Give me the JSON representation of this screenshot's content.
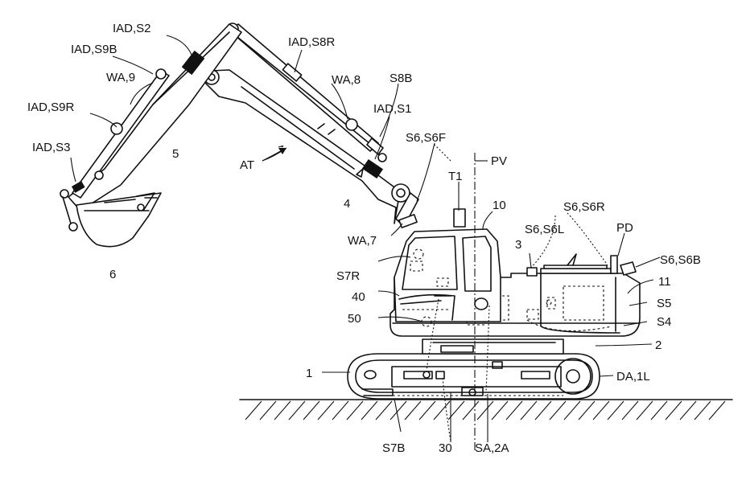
{
  "labels": {
    "iad_s2": "IAD,S2",
    "iad_s9b": "IAD,S9B",
    "wa_9": "WA,9",
    "iad_s9r": "IAD,S9R",
    "iad_s3": "IAD,S3",
    "num_5": "5",
    "num_6": "6",
    "iad_s8r": "IAD,S8R",
    "wa_8": "WA,8",
    "s8b": "S8B",
    "iad_s1": "IAD,S1",
    "at": "AT",
    "s6_s6f": "S6,S6F",
    "pv": "PV",
    "t1": "T1",
    "num_4": "4",
    "num_10": "10",
    "s6_s6r": "S6,S6R",
    "s6_s6l": "S6,S6L",
    "pd": "PD",
    "num_3": "3",
    "s6_s6b": "S6,S6B",
    "wa_7": "WA,7",
    "s7r": "S7R",
    "num_11": "11",
    "num_40": "40",
    "s5": "S5",
    "num_50": "50",
    "s4": "S4",
    "num_2": "2",
    "num_1": "1",
    "da_1l": "DA,1L",
    "s7b": "S7B",
    "num_30": "30",
    "sa_2a": "SA,2A"
  }
}
